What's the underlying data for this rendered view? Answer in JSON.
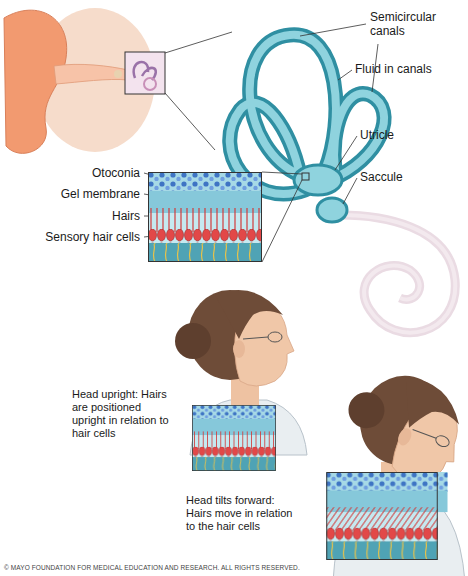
{
  "diagram": {
    "labels": [
      "Semicircular canals",
      "Fluid in canals",
      "Utricle",
      "Saccule",
      "Otoconia",
      "Gel membrane",
      "Hairs",
      "Sensory hair cells",
      "Head upright: Hairs are positioned upright in relation to hair cells",
      "Head tilts forward: Hairs move in relation to the hair cells",
      "© MAYO FOUNDATION FOR MEDICAL EDUCATION AND RESEARCH. ALL RIGHTS RESERVED."
    ]
  }
}
